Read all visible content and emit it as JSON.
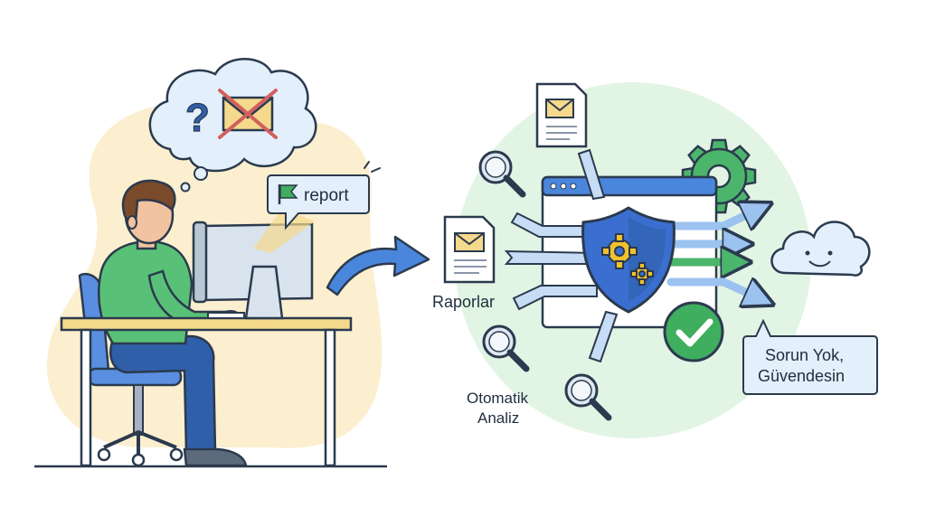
{
  "colors": {
    "outline": "#2b3a4e",
    "blob_left": "#fbefcf",
    "blob_right": "#e2f4e4",
    "shirt": "#58c177",
    "pants": "#2f5fa8",
    "chair": "#5a8ee0",
    "desk_top": "#f5d98c",
    "shield": "#3a6fd0",
    "gear": "#f2c12e",
    "green_gear": "#4cb56c",
    "check": "#3fae5f",
    "arrow_blue": "#4a86dc",
    "bubble": "#e3f0fb"
  },
  "icons": [
    "question-icon",
    "crossed-envelope-icon",
    "flag-icon",
    "magnifier-icon",
    "envelope-icon",
    "shield-icon",
    "gear-icon",
    "check-icon",
    "cloud-icon"
  ],
  "labels": {
    "report": "report",
    "raporlar": "Raporlar",
    "otomatik_line1": "Otomatik",
    "otomatik_line2": "Analiz",
    "result_line1": "Sorun Yok,",
    "result_line2": "Güvendesin"
  }
}
